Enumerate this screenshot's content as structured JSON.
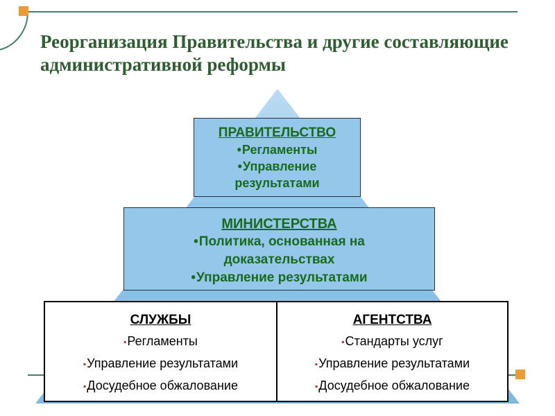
{
  "title": {
    "lines": [
      "Реорганизация Правительства и другие составляющие",
      "административной реформы"
    ]
  },
  "icons": {
    "dot": "•",
    "square": "▪"
  },
  "pyramid": {
    "government": {
      "heading": "ПРАВИТЕЛЬСТВО",
      "bullets": [
        "Регламенты",
        "Управление результатами"
      ]
    },
    "ministries": {
      "heading": "МИНИСТЕРСТВА",
      "bullets": [
        "Политика, основанная на доказательствах",
        "Управление результатами"
      ]
    },
    "services": {
      "heading": "СЛУЖБЫ",
      "bullets": [
        "Регламенты",
        "Управление результатами",
        "Досудебное обжалование"
      ]
    },
    "agencies": {
      "heading": "АГЕНТСТВА",
      "bullets": [
        "Стандарты услуг",
        "Управление результатами",
        "Досудебное обжалование"
      ]
    }
  },
  "colors": {
    "accent_orange": "#EA9C32",
    "rule_green": "#477E6B",
    "title_green": "#2F5D31",
    "text_green": "#186A1D",
    "box_blue": "#94C7EA",
    "triangle_blue_top": "#BBDCF2",
    "triangle_blue_bottom": "#7FB9E0",
    "bullet_red": "#A0392B"
  }
}
